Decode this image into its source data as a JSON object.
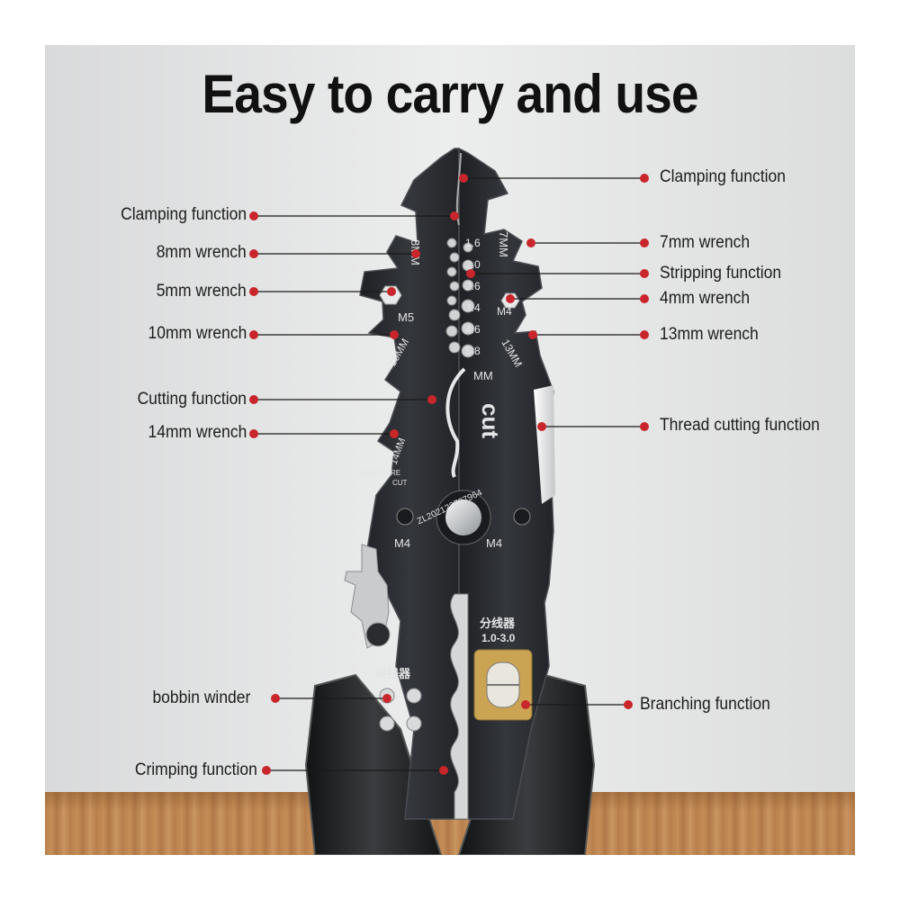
{
  "title": "Easy to carry and use",
  "labels_left": {
    "clamping": "Clamping function",
    "wrench_8": "8mm wrench",
    "wrench_5": "5mm wrench",
    "wrench_10": "10mm wrench",
    "cutting": "Cutting function",
    "wrench_14": "14mm wrench",
    "bobbin": "bobbin winder",
    "crimping": "Crimping function"
  },
  "labels_right": {
    "clamping": "Clamping function",
    "wrench_7": "7mm wrench",
    "stripping": "Stripping function",
    "wrench_4": "4mm wrench",
    "wrench_13": "13mm wrench",
    "thread_cutting": "Thread cutting function",
    "branching": "Branching function"
  },
  "tool_marks": {
    "size_8mm": "8MM",
    "size_7mm": "7MM",
    "m5": "M5",
    "m4_hex": "M4",
    "size_10mm": "10MM",
    "size_13mm": "13MM",
    "mm": "MM",
    "cut": "cut",
    "size_14mm": "14MM",
    "iron_wire": "IRON WIRE",
    "cut_small": "CUT",
    "patent": "ZL202122797964",
    "m4_left": "M4",
    "m4_right": "M4",
    "splitter_cn": "分线器",
    "splitter_range": "1.0-3.0",
    "winder_cn": "绕线器"
  },
  "strip_gauges": [
    "1.6",
    "2.0",
    "2.6",
    "3.4",
    "4.6",
    "5.8"
  ],
  "colors": {
    "leader_dot": "#c8262b",
    "tool_body": "#2a2c30",
    "text": "#1c1c1c",
    "floor": "#c08a55"
  }
}
